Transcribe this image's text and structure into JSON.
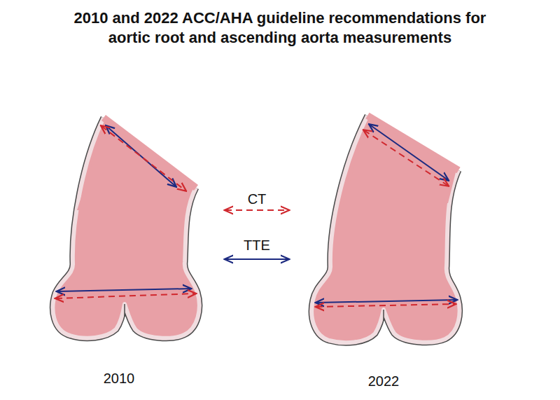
{
  "diagram": {
    "title": "2010 and 2022 ACC/AHA guideline recommendations for aortic root and ascending aorta measurements",
    "labels": [
      "2010",
      "2022"
    ],
    "legend": [
      {
        "text": "CT"
      },
      {
        "text": "TTE"
      }
    ]
  }
}
